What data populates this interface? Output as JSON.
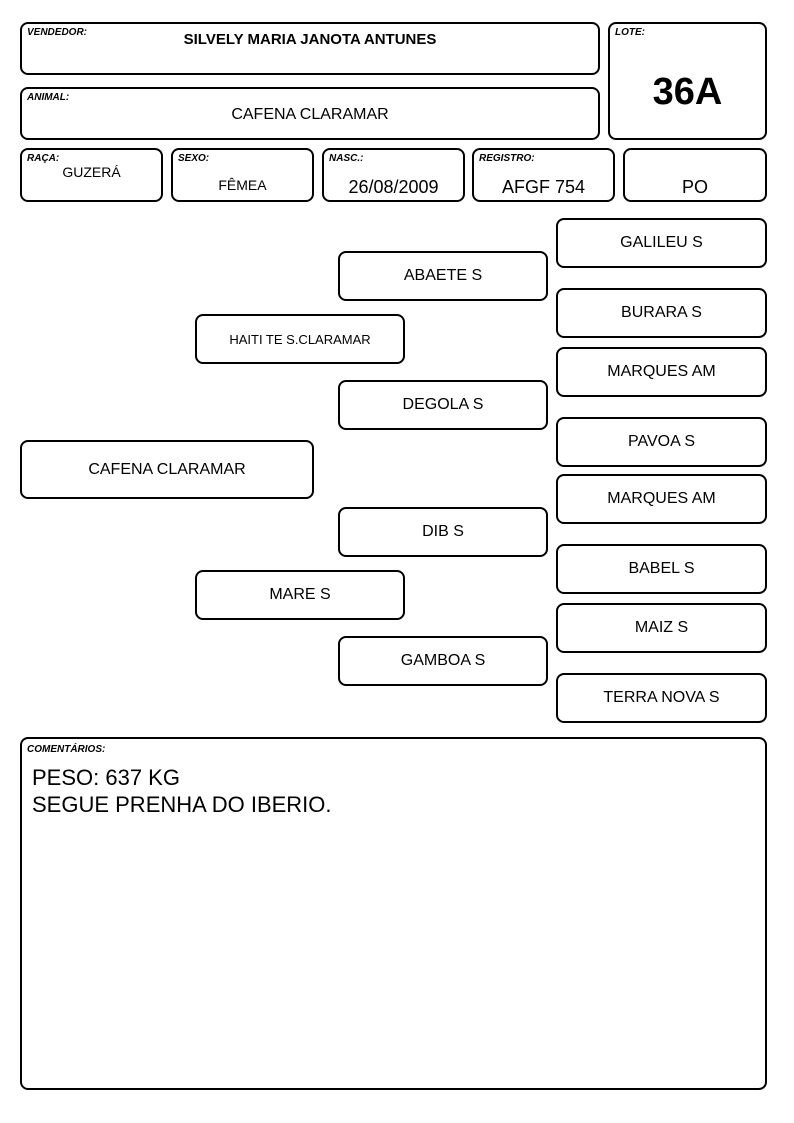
{
  "header": {
    "vendedor_label": "VENDEDOR:",
    "vendedor": "SILVELY MARIA JANOTA ANTUNES",
    "animal_label": "ANIMAL:",
    "animal": "CAFENA CLARAMAR",
    "lote_label": "LOTE:",
    "lote": "36A"
  },
  "info": {
    "raca_label": "RAÇA:",
    "raca": "GUZERÁ",
    "sexo_label": "SEXO:",
    "sexo": "FÊMEA",
    "nasc_label": "NASC.:",
    "nasc": "26/08/2009",
    "registro_label": "REGISTRO:",
    "registro": "AFGF 754",
    "categoria": "PO"
  },
  "pedigree": {
    "animal": "CAFENA CLARAMAR",
    "sire": "HAITI TE S.CLARAMAR",
    "dam": "MARE S",
    "sire_sire": "ABAETE S",
    "sire_dam": "DEGOLA S",
    "dam_sire": "DIB S",
    "dam_dam": "GAMBOA S",
    "ggp": [
      "GALILEU S",
      "BURARA S",
      "MARQUES AM",
      "PAVOA S",
      "MARQUES AM",
      "BABEL S",
      "MAIZ S",
      "TERRA NOVA S"
    ]
  },
  "comments": {
    "label": "COMENTÁRIOS:",
    "line1": "PESO: 637 KG",
    "line2": "SEGUE PRENHA DO IBERIO."
  }
}
